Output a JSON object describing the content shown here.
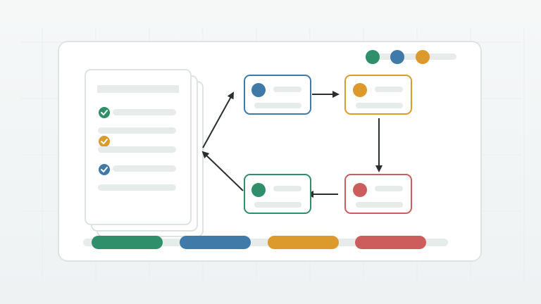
{
  "colors": {
    "green": "#2f8f6a",
    "blue": "#3f7aa8",
    "amber": "#dc9a2c",
    "red": "#cd5c5c",
    "placeholder": "#e6ecea",
    "arrow": "#2a2f2d"
  },
  "legend": {
    "dots": [
      "green",
      "blue",
      "amber"
    ]
  },
  "checklist": {
    "items": [
      {
        "icon": "check-icon",
        "color": "green"
      },
      {
        "icon": "check-icon",
        "color": "amber"
      },
      {
        "icon": "check-icon",
        "color": "blue"
      }
    ]
  },
  "nodes": [
    {
      "id": "node-blue",
      "color": "blue"
    },
    {
      "id": "node-amber",
      "color": "amber"
    },
    {
      "id": "node-red",
      "color": "red"
    },
    {
      "id": "node-green",
      "color": "green"
    }
  ],
  "progress": {
    "segments": [
      "green",
      "blue",
      "amber",
      "red"
    ]
  }
}
